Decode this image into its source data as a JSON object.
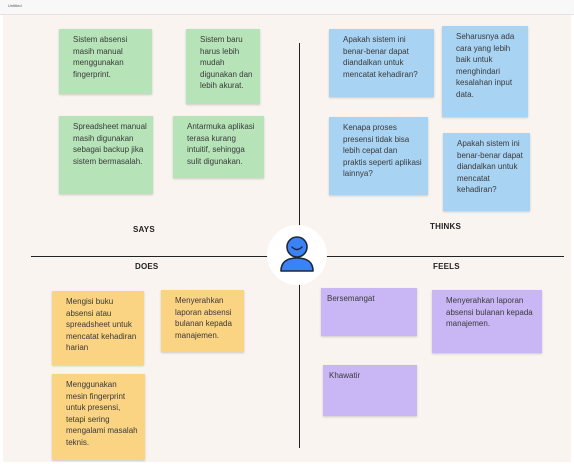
{
  "window": {
    "title": "Untitled"
  },
  "quadrants": {
    "says": "SAYS",
    "thinks": "THINKS",
    "does": "DOES",
    "feels": "FEELS"
  },
  "notes": {
    "says": [
      "Sistem absensi masih manual menggunakan fingerprint.",
      "Sistem baru harus lebih mudah digunakan dan lebih akurat.",
      "Spreadsheet manual masih digunakan sebagai backup jika sistem bermasalah.",
      "Antarmuka aplikasi terasa kurang intuitif, sehingga sulit digunakan."
    ],
    "thinks": [
      "Apakah sistem ini benar-benar dapat diandalkan untuk mencatat kehadiran?",
      "Seharusnya ada cara yang lebih baik untuk menghindari kesalahan input data.",
      "Kenapa proses presensi tidak bisa lebih cepat dan praktis seperti aplikasi lainnya?",
      "Apakah sistem ini benar-benar dapat diandalkan untuk mencatat kehadiran?"
    ],
    "does": [
      "Mengisi buku absensi atau spreadsheet untuk mencatat kehadiran harian",
      "Menyerahkan laporan absensi bulanan kepada manajemen.",
      "Menggunakan mesin fingerprint untuk presensi, tetapi sering mengalami masalah teknis."
    ],
    "feels": [
      "Bersemangat",
      "Menyerahkan laporan absensi bulanan kepada manajemen.",
      "Khawatir"
    ]
  },
  "colors": {
    "says": "#b6e4b8",
    "thinks": "#a8d3f3",
    "does": "#fad383",
    "feels": "#c9b6f4",
    "avatar": "#3b82f6"
  },
  "center_icon": "user-avatar-icon"
}
